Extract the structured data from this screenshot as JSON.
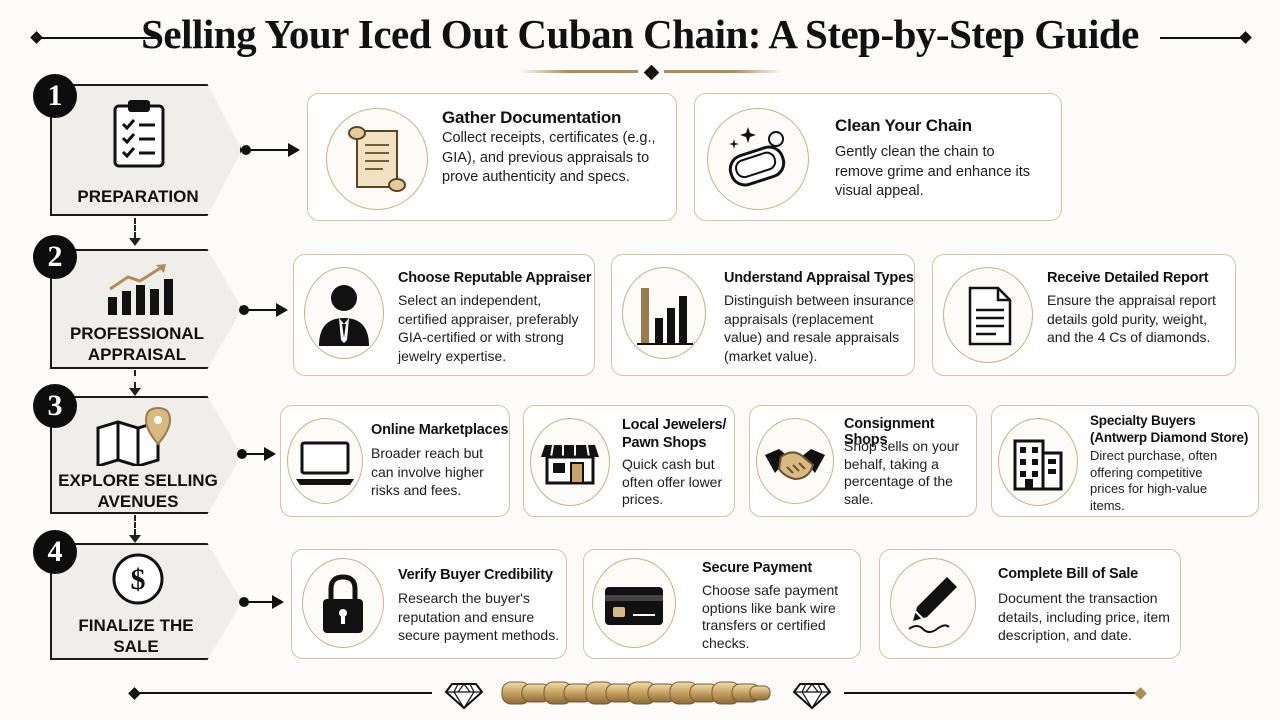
{
  "title": "Selling Your Iced Out Cuban Chain: A Step-by-Step Guide",
  "steps": [
    {
      "number": "1",
      "label": "PREPARATION",
      "icon": "clipboard-icon"
    },
    {
      "number": "2",
      "label": "PROFESSIONAL APPRAISAL",
      "icon": "growth-chart-icon"
    },
    {
      "number": "3",
      "label": "EXPLORE SELLING AVENUES",
      "icon": "map-pin-icon"
    },
    {
      "number": "4",
      "label": "FINALIZE THE SALE",
      "icon": "dollar-icon"
    }
  ],
  "cards": {
    "gather": {
      "title": "Gather Documentation",
      "body": "Collect receipts, certificates (e.g., GIA), and previous appraisals to prove authenticity and specs.",
      "icon": "scroll-icon"
    },
    "clean": {
      "title": "Clean Your Chain",
      "body": "Gently clean the chain to remove grime and enhance its visual appeal.",
      "icon": "soap-icon"
    },
    "appraiser": {
      "title": "Choose Reputable Appraiser",
      "body": "Select an independent, certified appraiser, preferably GIA-certified or with strong jewelry expertise.",
      "icon": "person-icon"
    },
    "types": {
      "title": "Understand Appraisal Types",
      "body": "Distinguish between insurance appraisals (replacement value) and resale appraisals (market value).",
      "icon": "bar-chart-icon"
    },
    "report": {
      "title": "Receive Detailed Report",
      "body": "Ensure the appraisal report details gold purity, weight, and the 4 Cs of diamonds.",
      "icon": "document-icon"
    },
    "online": {
      "title": "Online Marketplaces",
      "body": "Broader reach but can involve higher risks and fees.",
      "icon": "laptop-icon"
    },
    "local": {
      "title": "Local Jewelers/ Pawn Shops",
      "body": "Quick cash but often offer lower prices.",
      "icon": "storefront-icon"
    },
    "consign": {
      "title": "Consignment Shops",
      "body": "Shop sells on your behalf, taking a percentage of the sale.",
      "icon": "handshake-icon"
    },
    "specialty": {
      "title": "Specialty Buyers (Antwerp Diamond Store)",
      "body": "Direct purchase, often offering competitive prices for high-value items.",
      "icon": "building-icon"
    },
    "verify": {
      "title": "Verify Buyer Credibility",
      "body": "Research the buyer's reputation and ensure secure payment methods.",
      "icon": "padlock-icon"
    },
    "payment": {
      "title": "Secure Payment",
      "body": "Choose safe payment options like bank wire transfers or certified checks.",
      "icon": "credit-card-icon"
    },
    "bill": {
      "title": "Complete Bill of Sale",
      "body": "Document the transaction details, including price, item description, and date.",
      "icon": "pen-icon"
    }
  },
  "colors": {
    "accent_gold": "#b08d57",
    "card_border": "#d6c3a1",
    "ink": "#111111",
    "step_fill": "#f0eeea"
  }
}
